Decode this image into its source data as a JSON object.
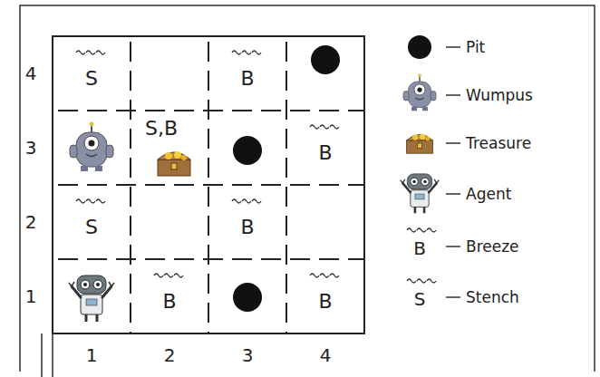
{
  "diagram": {
    "nodes": [
      {
        "text": [
          "S"
        ]
      },
      {
        "text": [
          "B"
        ]
      },
      {
        "text": [
          "S,B"
        ]
      },
      {
        "text": [
          "B"
        ]
      },
      {
        "text": [
          "S"
        ]
      },
      {
        "text": [
          "B"
        ]
      },
      {
        "text": [
          "B"
        ]
      },
      {
        "text": [
          "B"
        ]
      }
    ],
    "labels": [
      "4",
      "3",
      "2",
      "1",
      "1",
      "2",
      "3",
      "4",
      "B",
      "S"
    ],
    "legend": [
      {
        "text": "Pit"
      },
      {
        "text": "Wumpus"
      },
      {
        "text": "Treasure"
      },
      {
        "text": "Agent"
      },
      {
        "text": "Breeze"
      },
      {
        "text": "Stench"
      }
    ]
  }
}
